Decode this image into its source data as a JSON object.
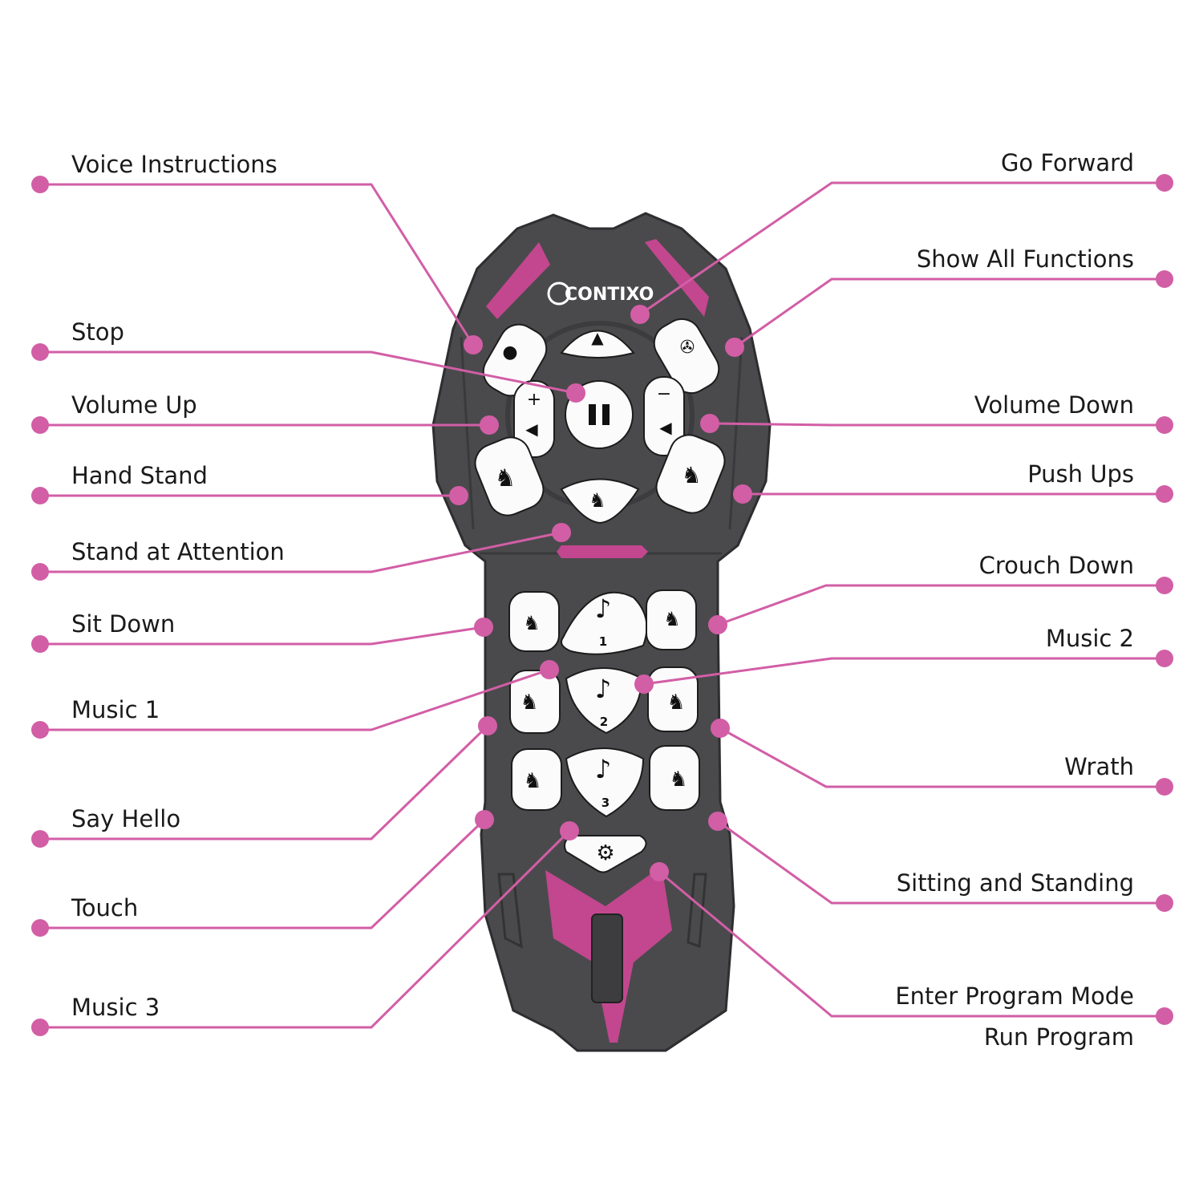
{
  "brand": {
    "logo_text": "CONTIXO"
  },
  "accent_color": "#d25ea6",
  "body_color": "#4a4a4c",
  "trim_color": "#c2478f",
  "buttons": {
    "music_1_number": "1",
    "music_2_number": "2",
    "music_3_number": "3"
  },
  "callouts": [
    {
      "side": "left",
      "label": "Voice Instructions"
    },
    {
      "side": "left",
      "label": "Stop"
    },
    {
      "side": "left",
      "label": "Volume Up"
    },
    {
      "side": "left",
      "label": "Hand Stand"
    },
    {
      "side": "left",
      "label": "Stand at Attention"
    },
    {
      "side": "left",
      "label": "Sit Down"
    },
    {
      "side": "left",
      "label": "Music 1"
    },
    {
      "side": "left",
      "label": "Say Hello"
    },
    {
      "side": "left",
      "label": "Touch"
    },
    {
      "side": "left",
      "label": "Music 3"
    },
    {
      "side": "right",
      "label": "Go Forward"
    },
    {
      "side": "right",
      "label": "Show All Functions"
    },
    {
      "side": "right",
      "label": "Volume Down"
    },
    {
      "side": "right",
      "label": "Push Ups"
    },
    {
      "side": "right",
      "label": "Crouch Down"
    },
    {
      "side": "right",
      "label": "Music 2"
    },
    {
      "side": "right",
      "label": "Wrath"
    },
    {
      "side": "right",
      "label": "Sitting and Standing"
    },
    {
      "side": "right",
      "label": "Enter Program Mode",
      "label2": "Run Program"
    }
  ]
}
